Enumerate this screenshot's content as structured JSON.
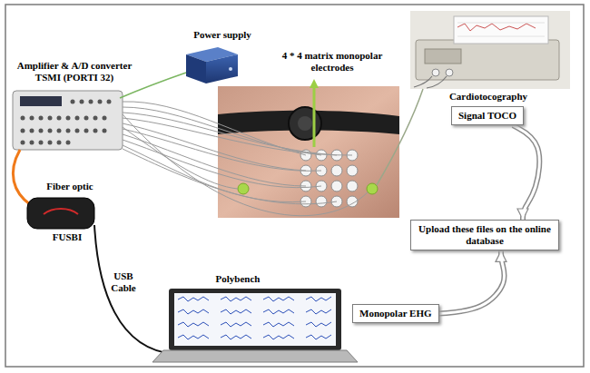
{
  "diagram": {
    "nodes": [
      {
        "text": [
          "Signal TOCO"
        ]
      },
      {
        "text": [
          "Upload these files on the online database"
        ]
      },
      {
        "text": [
          "Monopolar EHG"
        ]
      }
    ],
    "edges": [
      {
        "from": 0,
        "to": 1,
        "arrow": "to"
      },
      {
        "from": 2,
        "to": 1,
        "arrow": "to"
      }
    ],
    "labels": [
      "Power supply",
      "Amplifier & A/D converter TSMI (PORTI 32)",
      "4 * 4 matrix monopolar electrodes",
      "Cardiotocography",
      "Fiber optic",
      "FUSBI",
      "USB Cable",
      "Polybench"
    ]
  }
}
